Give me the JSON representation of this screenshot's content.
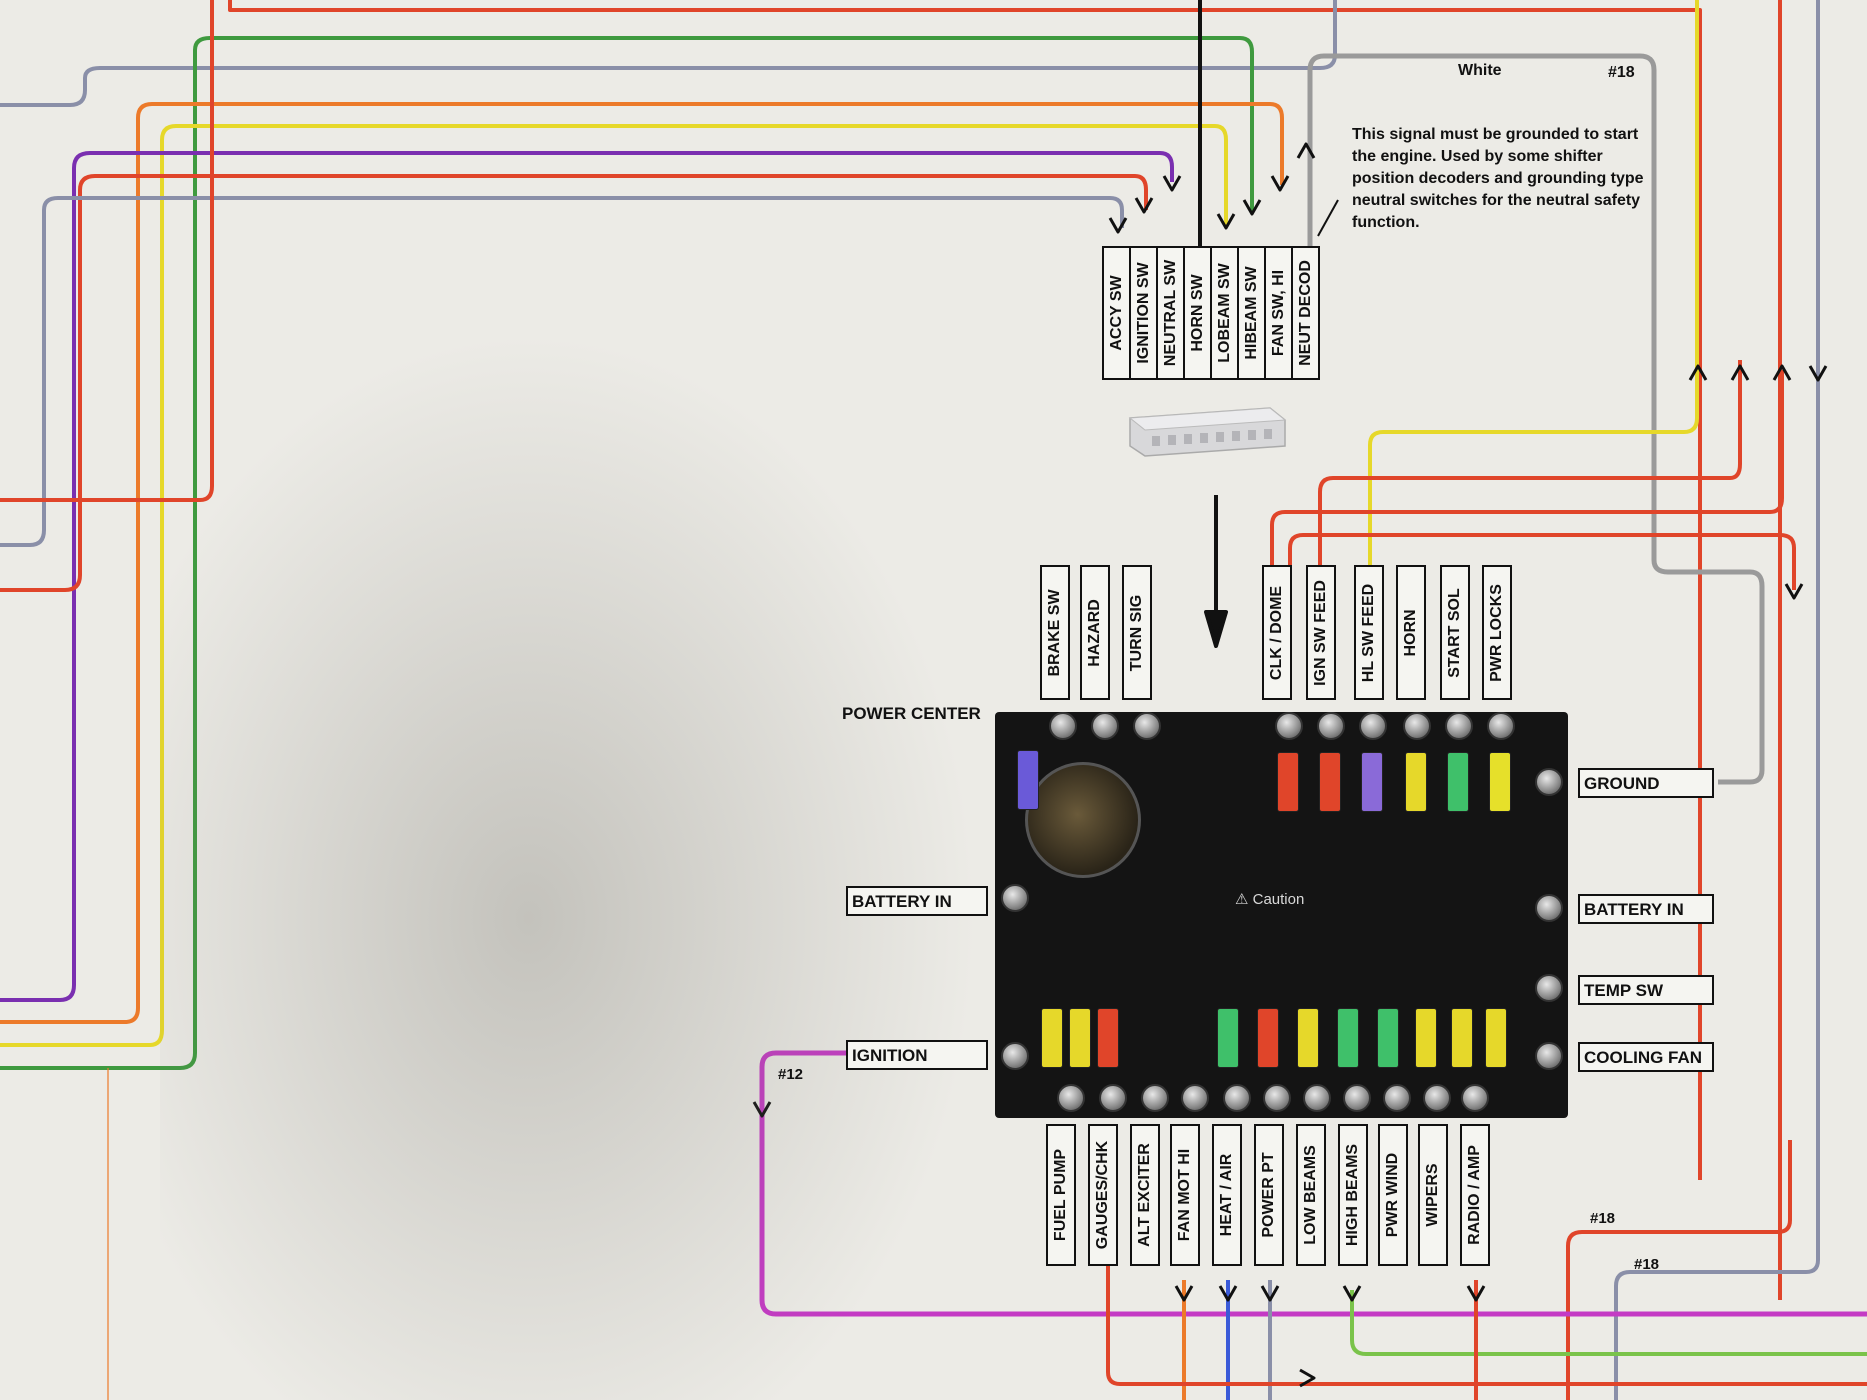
{
  "colors": {
    "red": "#e0452a",
    "orange": "#ec7a2a",
    "yellow": "#e6d82a",
    "green": "#3f9a3f",
    "purple": "#7a2fb0",
    "gray": "#8a8fa8",
    "black": "#111111",
    "white_wire": "#9a9a9a",
    "magenta": "#c43ac4",
    "blue": "#3a5ad8",
    "light_green": "#7ac34a"
  },
  "top_connector": {
    "labels": [
      "ACCY SW",
      "IGNITION SW",
      "NEUTRAL SW",
      "HORN SW",
      "LOBEAM SW",
      "HIBEAM SW",
      "FAN SW, HI",
      "NEUT DECOD"
    ]
  },
  "wire_label_white": "White",
  "gauge_18_top": "#18",
  "note": "This signal must be grounded to start the engine. Used by some shifter position decoders and grounding type neutral switches for the neutral safety function.",
  "power_center": {
    "title": "POWER CENTER",
    "top_left_labels": [
      "BRAKE SW",
      "HAZARD",
      "TURN SIG"
    ],
    "top_right_labels": [
      "CLK / DOME",
      "IGN SW FEED",
      "HL SW FEED",
      "HORN",
      "START SOL",
      "PWR LOCKS"
    ],
    "bottom_labels": [
      "FUEL PUMP",
      "GAUGES/CHK",
      "ALT EXCITER",
      "FAN MOT HI",
      "HEAT / AIR",
      "POWER PT",
      "LOW BEAMS",
      "HIGH BEAMS",
      "PWR WIND",
      "WIPERS",
      "RADIO / AMP"
    ],
    "left_labels": [
      "BATTERY IN",
      "IGNITION"
    ],
    "right_labels": [
      "GROUND",
      "BATTERY IN",
      "TEMP SW",
      "COOLING FAN"
    ],
    "board_caution": "⚠ Caution"
  },
  "gauge_12": "#12",
  "gauge_18_bottom_a": "#18",
  "gauge_18_bottom_b": "#18"
}
